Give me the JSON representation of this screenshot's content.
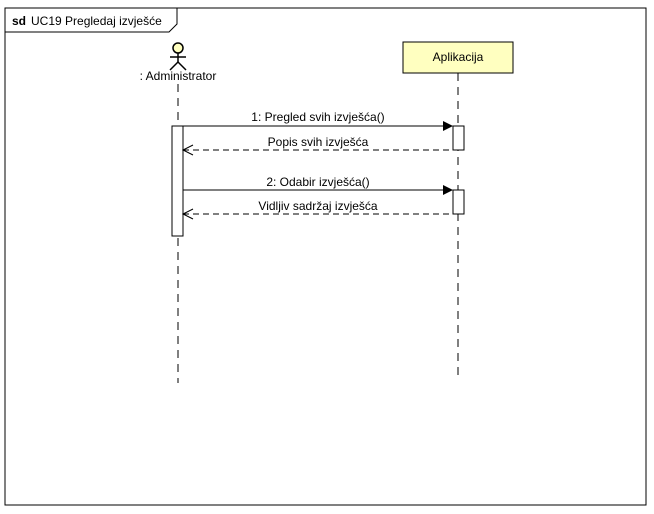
{
  "frame": {
    "keyword": "sd",
    "title": "UC19 Pregledaj izvješće"
  },
  "actor": {
    "label": ": Administrator"
  },
  "participant": {
    "label": "Aplikacija",
    "fill": "#ffffc0"
  },
  "messages": [
    {
      "label": "1: Pregled svih izvješća()",
      "kind": "sync"
    },
    {
      "label": "Popis svih izvješća",
      "kind": "return"
    },
    {
      "label": "2: Odabir izvješća()",
      "kind": "sync"
    },
    {
      "label": "Vidljiv sadržaj izvješća",
      "kind": "return"
    }
  ]
}
